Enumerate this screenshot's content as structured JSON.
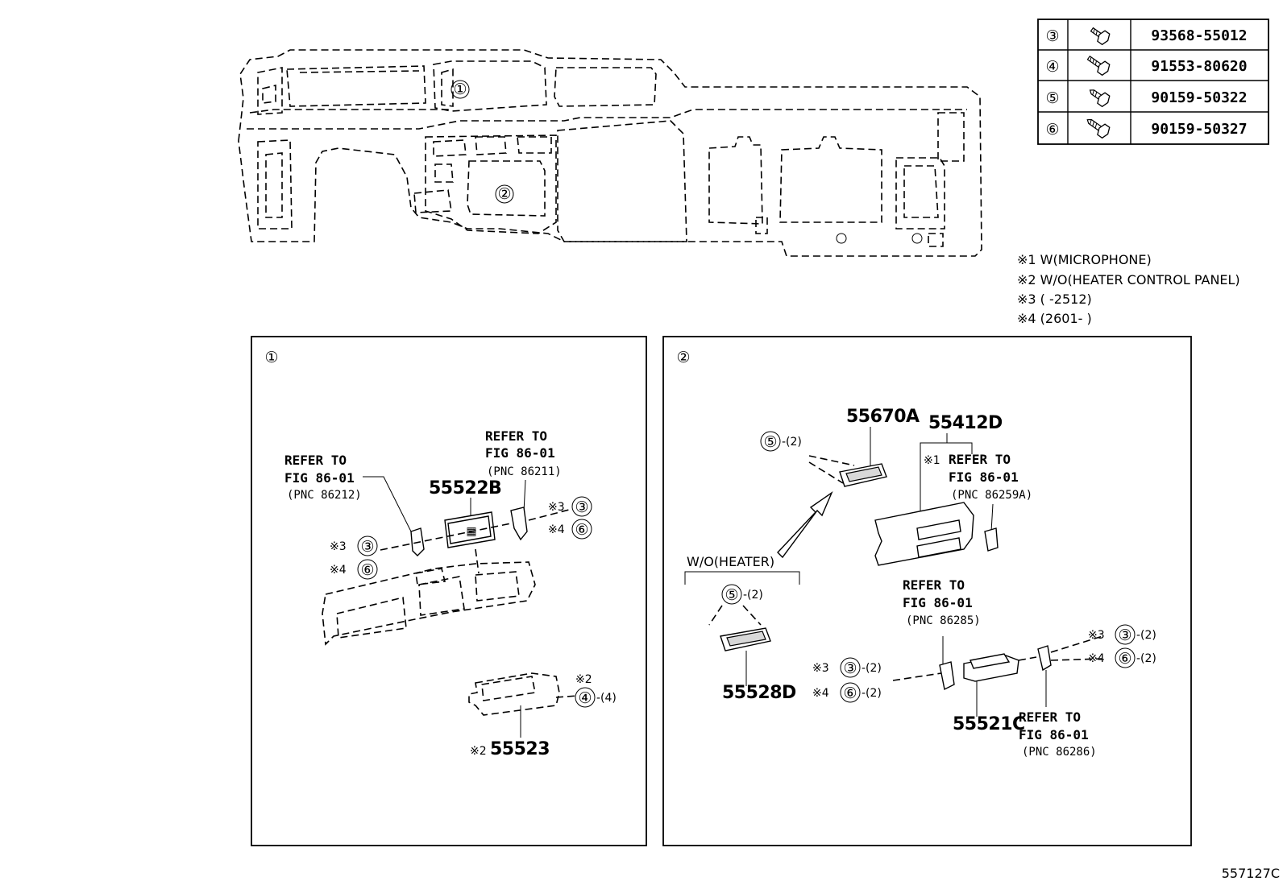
{
  "fastener_table": [
    {
      "ref": "③",
      "part_no": "93568-55012"
    },
    {
      "ref": "④",
      "part_no": "91553-80620"
    },
    {
      "ref": "⑤",
      "part_no": "90159-50322"
    },
    {
      "ref": "⑥",
      "part_no": "90159-50327"
    }
  ],
  "notes": [
    "※1 W(MICROPHONE)",
    "※2 W/O(HEATER CONTROL PANEL)",
    "※3 (   -2512)",
    "※4 (2601-   )"
  ],
  "overview": {
    "callout_1": "①",
    "callout_2": "②"
  },
  "panel1": {
    "title": "①",
    "ref_left": {
      "line1": "REFER TO",
      "line2": "FIG 86-01",
      "pnc": "(PNC 86212)"
    },
    "ref_right": {
      "line1": "REFER TO",
      "line2": "FIG 86-01",
      "pnc": "(PNC 86211)"
    },
    "part_55522b": "55522B",
    "part_55523": "55523",
    "mark_2": "※2",
    "mark_3": "※3",
    "mark_4": "※4",
    "c3": "③",
    "c4": "④",
    "c6": "⑥",
    "qty_4": "-(4)"
  },
  "panel2": {
    "title": "②",
    "part_55670a": "55670A",
    "part_55412d": "55412D",
    "part_55528d": "55528D",
    "part_55521c": "55521C",
    "mark_1": "※1",
    "mark_3": "※3",
    "mark_4": "※4",
    "c3": "③",
    "c5": "⑤",
    "c6": "⑥",
    "qty_2": "-(2)",
    "wo_heater": "W/O(HEATER)",
    "ref_top": {
      "line1": "REFER TO",
      "line2": "FIG 86-01",
      "pnc": "(PNC 86259A)"
    },
    "ref_mid": {
      "line1": "REFER TO",
      "line2": "FIG 86-01",
      "pnc": "(PNC 86285)"
    },
    "ref_bot": {
      "line1": "REFER TO",
      "line2": "FIG 86-01",
      "pnc": "(PNC 86286)"
    }
  },
  "figure_id": "557127C"
}
